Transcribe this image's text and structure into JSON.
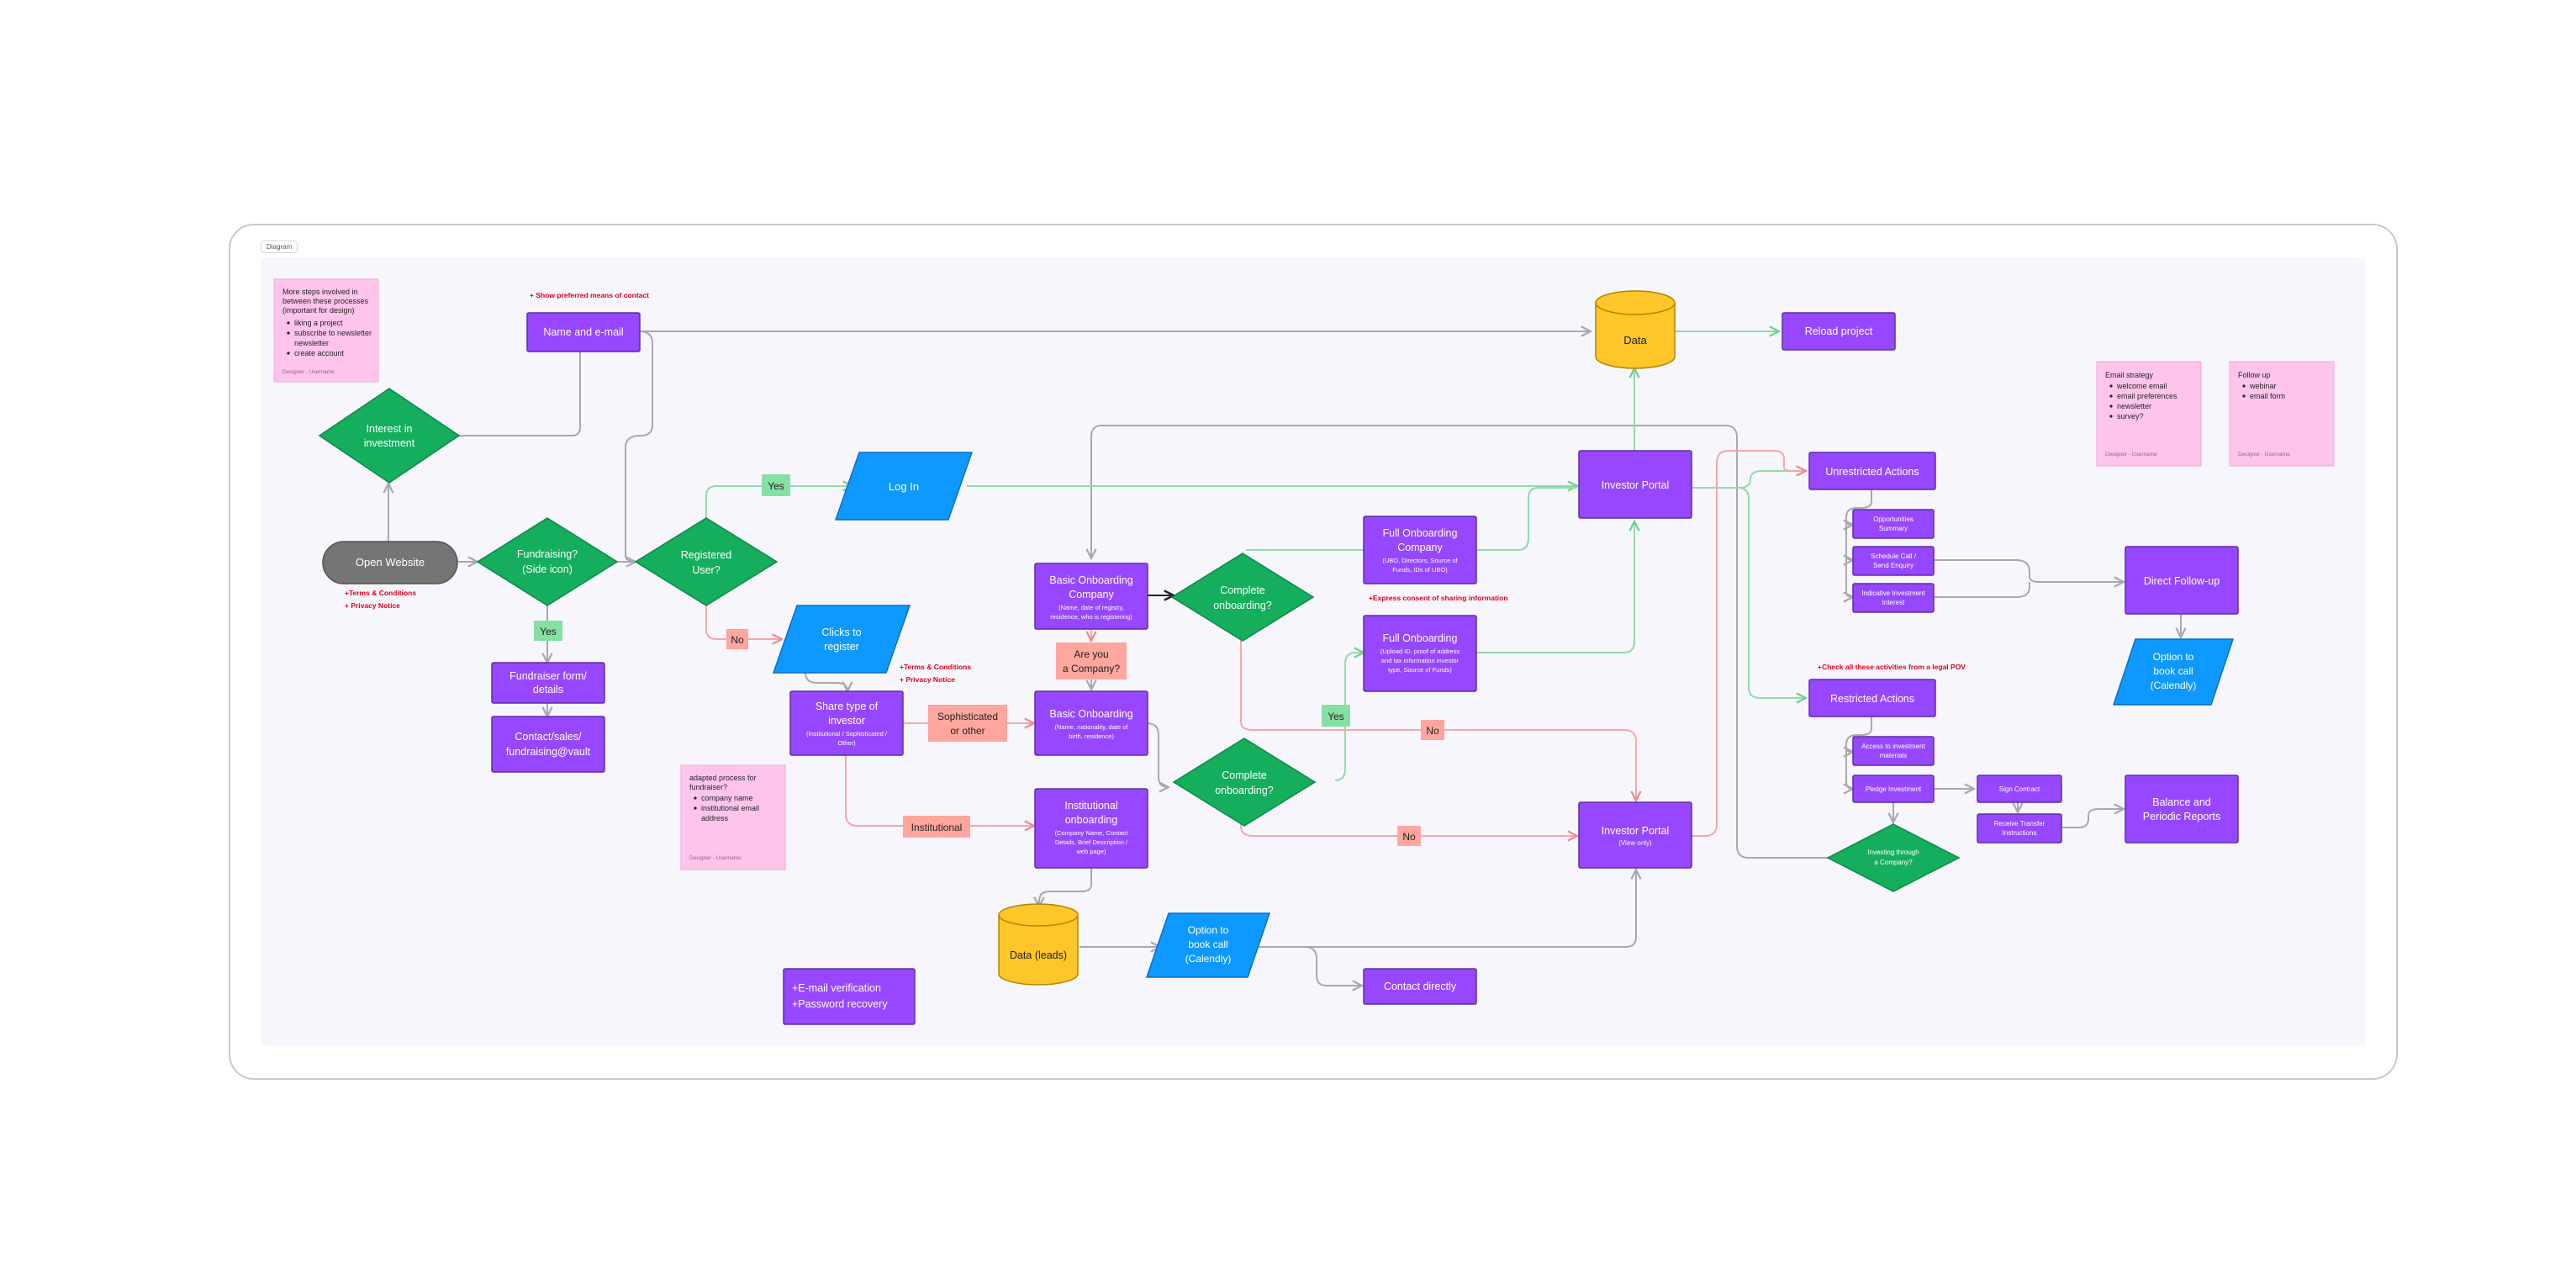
{
  "frame": {
    "label": "Diagram"
  },
  "colors": {
    "process": "#9747ff",
    "decision": "#14ae5c",
    "io": "#0d99ff",
    "database": "#ffc62a",
    "terminal": "#757575",
    "sticky": "#ffc4eb",
    "label_yes": "#85e0a3",
    "label_no": "#ffa69e",
    "annotation": "#e0001a",
    "edge_gray": "#a8a8b0",
    "edge_green": "#8fdca8",
    "edge_red": "#f3a8a8"
  },
  "stickies": {
    "more_steps": {
      "title": "More steps involved in between these processes (important for design)",
      "items": [
        "liking a project",
        "subscribe to newsletter",
        "create account"
      ],
      "meta": "Designer - Username"
    },
    "email_strategy": {
      "title": "Email strategy",
      "items": [
        "welcome email",
        "email preferences",
        "newsletter",
        "survey?"
      ],
      "meta": "Designer - Username"
    },
    "follow_up": {
      "title": "Follow up",
      "items": [
        "webinar",
        "email form"
      ],
      "meta": "Designer - Username"
    },
    "adapted_process": {
      "title": "adapted process for fundraiser?",
      "items": [
        "company name",
        "institutional email address"
      ],
      "meta": "Designer - Username"
    }
  },
  "annotations": {
    "preferred_contact": "+ Show preferred means of contact",
    "terms_1": "+Terms & Conditions",
    "privacy_1": "+ Privacy Notice",
    "terms_2": "+Terms & Conditions",
    "privacy_2": "+ Privacy Notice",
    "consent": "+Express consent of sharing information",
    "legal_pov": "+Check all these activities from a legal POV"
  },
  "nodes": {
    "open_website": "Open Website",
    "interest": [
      "Interest in",
      "investment"
    ],
    "name_email": "Name and e-mail",
    "fundraising": [
      "Fundraising?",
      "(Side icon)"
    ],
    "fundraiser_form": [
      "Fundraiser form/",
      "details"
    ],
    "contact_sales": [
      "Contact/sales/",
      "fundraising@vault"
    ],
    "registered_user": [
      "Registered",
      "User?"
    ],
    "log_in": "Log In",
    "clicks_register": [
      "Clicks to",
      "register"
    ],
    "share_type": {
      "title": [
        "Share type of",
        "investor"
      ],
      "sub": [
        "(Institutional / Sophisticated /",
        "Other)"
      ]
    },
    "basic_onb_company": {
      "title": [
        "Basic Onboarding",
        "Company"
      ],
      "sub": [
        "(Name, date of registry,",
        "residence, who is registering)"
      ]
    },
    "are_you_company": [
      "Are you",
      "a Company?"
    ],
    "basic_onb": {
      "title": [
        "Basic Onboarding"
      ],
      "sub": [
        "(Name, nationality, date of",
        "birth, residence)"
      ]
    },
    "institutional_onb": {
      "title": [
        "Institutional",
        "onboarding"
      ],
      "sub": [
        "(Company Name, Contact",
        "Details, Brief Description /",
        "web page)"
      ]
    },
    "complete_1": [
      "Complete",
      "onboarding?"
    ],
    "complete_2": [
      "Complete",
      "onboarding?"
    ],
    "full_onb_company": {
      "title": [
        "Full Onboarding",
        "Company"
      ],
      "sub": [
        "(UBO, Directors, Source of",
        "Funds, IDs of UBO)"
      ]
    },
    "full_onb": {
      "title": [
        "Full Onboarding"
      ],
      "sub": [
        "(Upload ID, proof of address",
        "and tax information investor",
        "type, Source of Funds)"
      ]
    },
    "data": "Data",
    "reload_project": "Reload project",
    "investor_portal": "Investor Portal",
    "investor_portal_view": {
      "title": [
        "Investor Portal"
      ],
      "sub": [
        "(View only)"
      ]
    },
    "data_leads": "Data (leads)",
    "option_call_1": [
      "Option to",
      "book call",
      "(Calendly)"
    ],
    "contact_directly": "Contact directly",
    "email_verification": [
      "+E-mail verification",
      "+Password recovery"
    ],
    "unrestricted": "Unrestricted Actions",
    "opp_summary": [
      "Opportunities",
      "Summary"
    ],
    "schedule_call": [
      "Schedule Call /",
      "Send Enquiry"
    ],
    "indicative": [
      "Indicative Investment",
      "Interest"
    ],
    "direct_followup": "Direct Follow-up",
    "option_call_2": [
      "Option to",
      "book call",
      "(Calendly)"
    ],
    "restricted": "Restricted Actions",
    "access_materials": [
      "Access to investment",
      "materials"
    ],
    "pledge": "Pledge Investment",
    "sign_contract": "Sign Contract",
    "receive_transfer": [
      "Receive Transfer",
      "Instructions"
    ],
    "balance_reports": [
      "Balance and",
      "Periodic Reports"
    ],
    "investing_company": [
      "Investing through",
      "a Company?"
    ]
  },
  "labels": {
    "yes_fundraising": "Yes",
    "yes_login": "Yes",
    "no_register": "No",
    "sophisticated": [
      "Sophisticated",
      "or other"
    ],
    "institutional": "Institutional",
    "yes_complete": "Yes",
    "no_complete_1": "No",
    "no_complete_2": "No"
  }
}
